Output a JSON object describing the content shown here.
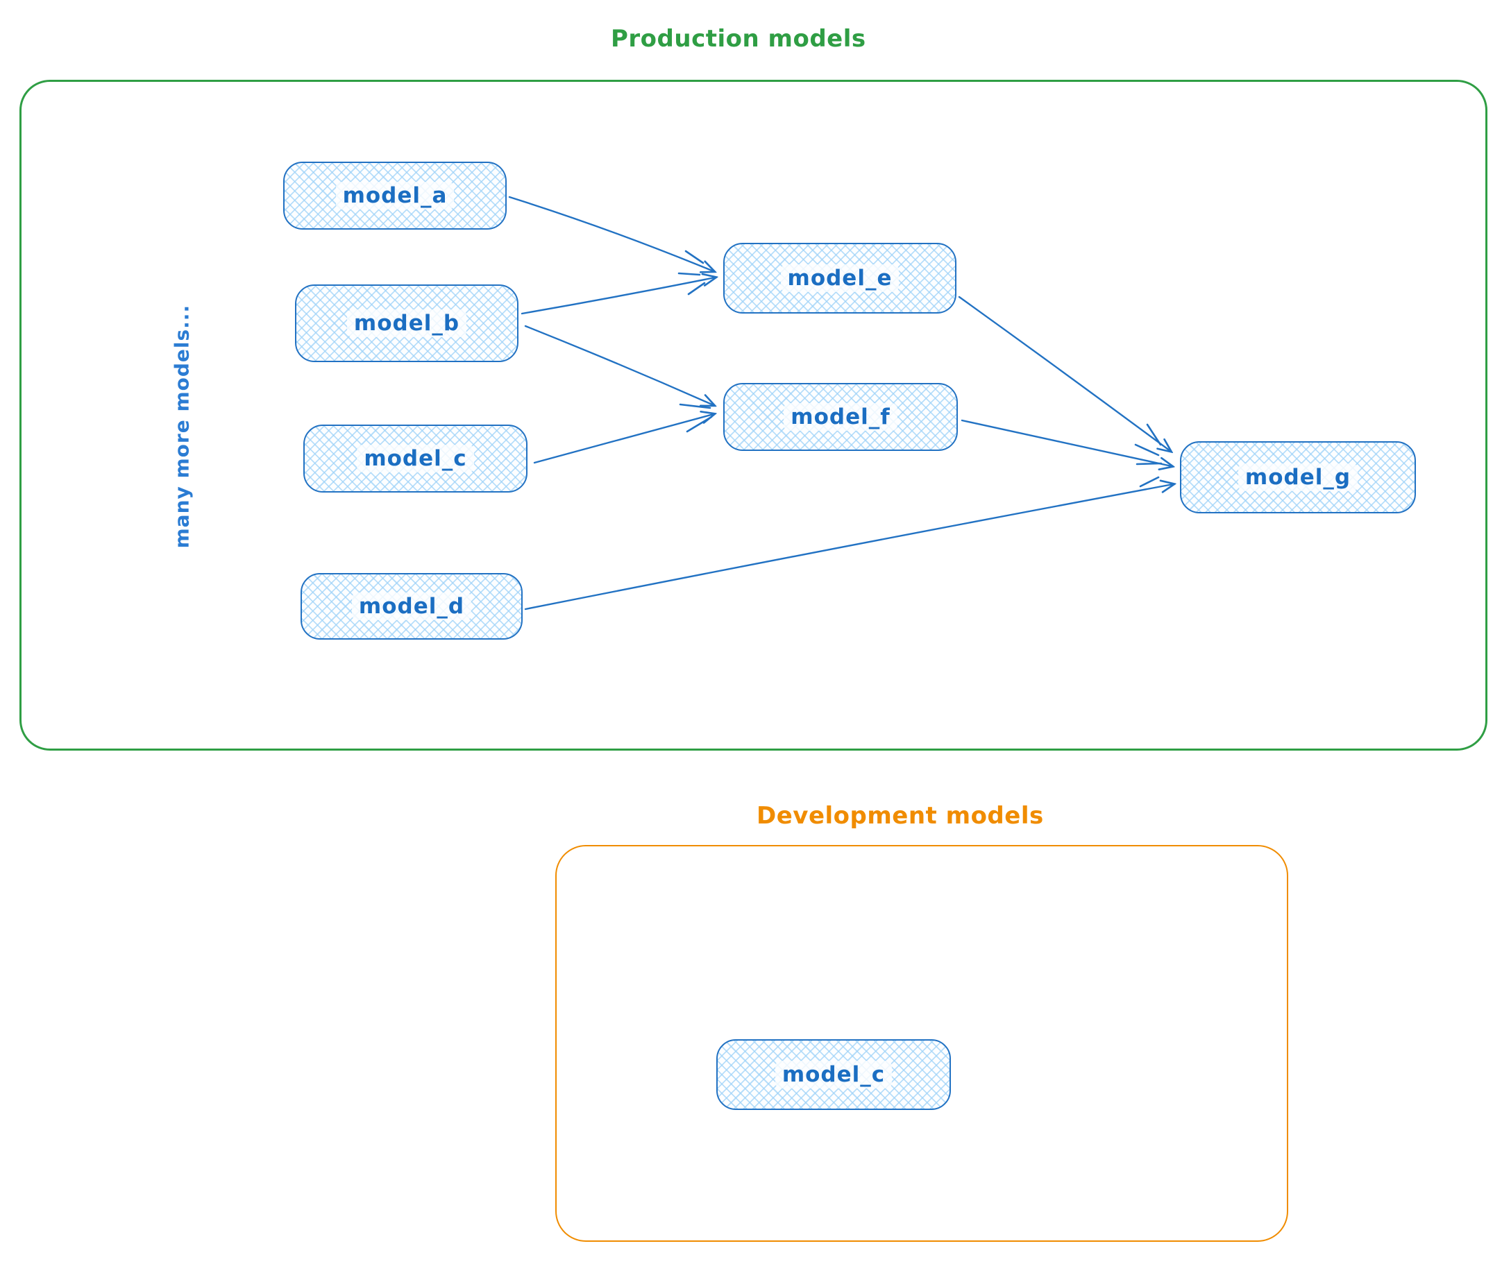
{
  "diagram": {
    "type": "model-lineage-sketch",
    "colors": {
      "node_stroke": "#2272c3",
      "node_fill": "#a5d8ff",
      "node_text": "#1b6ec2",
      "production_accent": "#2f9e44",
      "development_accent": "#f08c00",
      "arrow": "#2272c3",
      "background": "#ffffff"
    },
    "production": {
      "title": "Production models",
      "side_note": "many more models...",
      "nodes": [
        {
          "id": "model_a",
          "label": "model_a"
        },
        {
          "id": "model_b",
          "label": "model_b"
        },
        {
          "id": "model_c",
          "label": "model_c"
        },
        {
          "id": "model_d",
          "label": "model_d"
        },
        {
          "id": "model_e",
          "label": "model_e"
        },
        {
          "id": "model_f",
          "label": "model_f"
        },
        {
          "id": "model_g",
          "label": "model_g"
        }
      ],
      "edges": [
        {
          "from": "model_a",
          "to": "model_e"
        },
        {
          "from": "model_b",
          "to": "model_e"
        },
        {
          "from": "model_b",
          "to": "model_f"
        },
        {
          "from": "model_c",
          "to": "model_f"
        },
        {
          "from": "model_e",
          "to": "model_g"
        },
        {
          "from": "model_f",
          "to": "model_g"
        },
        {
          "from": "model_d",
          "to": "model_g"
        }
      ]
    },
    "development": {
      "title": "Development models",
      "nodes": [
        {
          "id": "model_c_dev",
          "label": "model_c"
        }
      ],
      "edges": []
    }
  }
}
